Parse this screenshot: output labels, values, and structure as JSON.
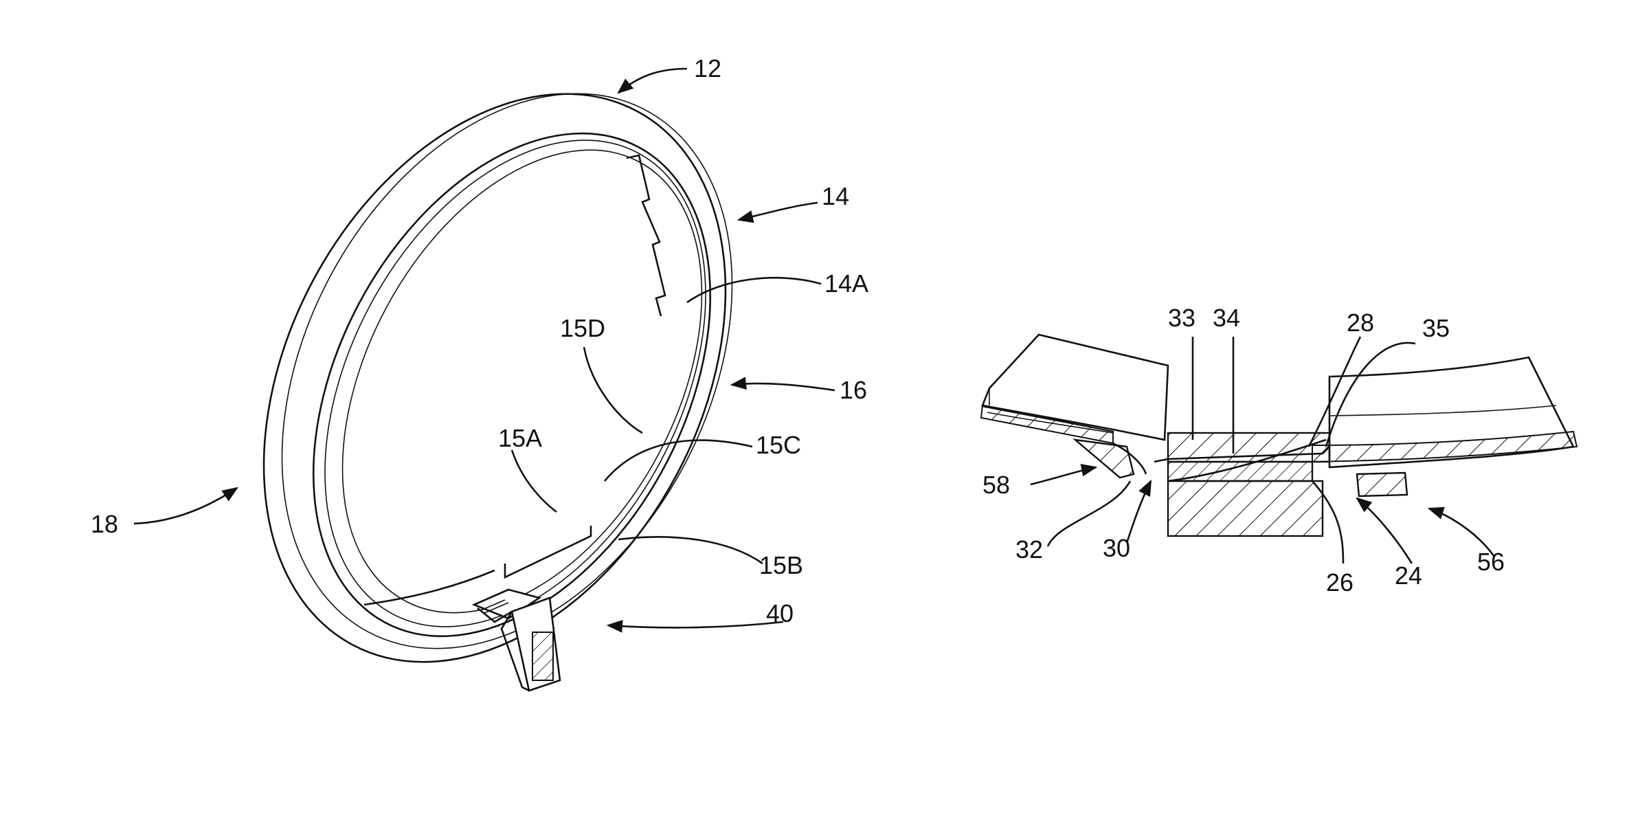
{
  "figure_left": {
    "labels": {
      "l12": "12",
      "l14": "14",
      "l14a": "14A",
      "l16": "16",
      "l18": "18",
      "l15a": "15A",
      "l15b": "15B",
      "l15c": "15C",
      "l15d": "15D",
      "l40": "40"
    }
  },
  "figure_right": {
    "labels": {
      "l33": "33",
      "l34": "34",
      "l28": "28",
      "l35": "35",
      "l58": "58",
      "l32": "32",
      "l30": "30",
      "l26": "26",
      "l24": "24",
      "l56": "56"
    }
  },
  "colors": {
    "ink": "#111111",
    "paper": "#ffffff"
  }
}
